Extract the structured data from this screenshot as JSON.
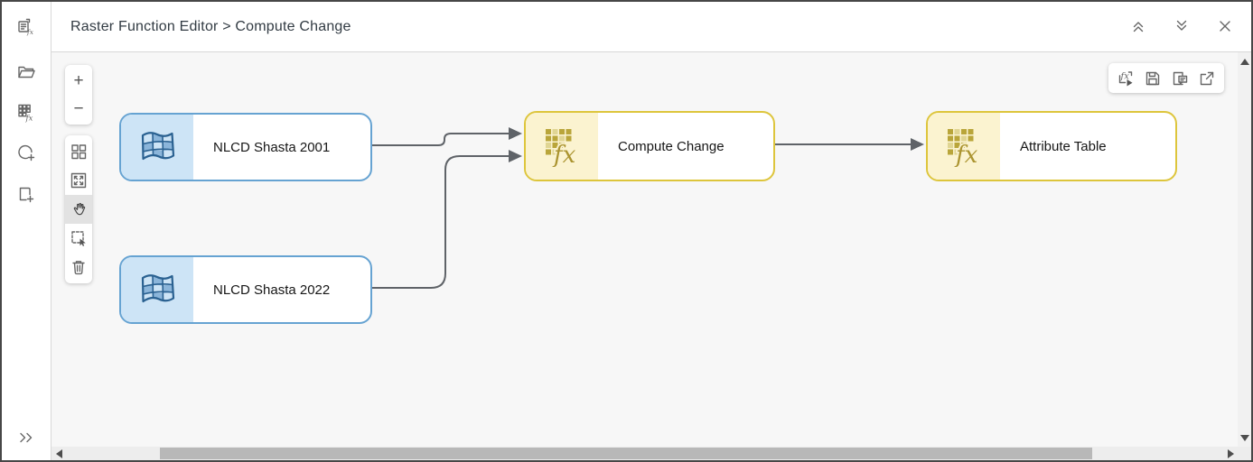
{
  "header": {
    "title": "Raster Function Editor > Compute Change",
    "app_icon": "raster-function-editor-icon",
    "controls": [
      {
        "name": "collapse",
        "icon": "double-chevron-up-icon"
      },
      {
        "name": "expand",
        "icon": "double-chevron-down-icon"
      },
      {
        "name": "close",
        "icon": "close-icon"
      }
    ]
  },
  "app_sidebar": {
    "items": [
      {
        "name": "open",
        "icon": "open-folder-icon"
      },
      {
        "name": "raster-function",
        "icon": "raster-fx-grid-icon"
      },
      {
        "name": "add-function",
        "icon": "circle-plus-icon"
      },
      {
        "name": "new-template",
        "icon": "page-plus-icon"
      }
    ],
    "expand_icon": "double-chevron-right-icon"
  },
  "canvas_toolbar": {
    "zoom_group": [
      {
        "name": "zoom-in",
        "glyph": "+"
      },
      {
        "name": "zoom-out",
        "glyph": "−"
      }
    ],
    "tools_group": [
      {
        "name": "auto-layout",
        "icon": "layout-grid-icon",
        "active": false
      },
      {
        "name": "fit-to-window",
        "icon": "fit-extent-icon",
        "active": false
      },
      {
        "name": "pan",
        "icon": "hand-icon",
        "active": true
      },
      {
        "name": "select",
        "icon": "marquee-select-icon",
        "active": false
      },
      {
        "name": "delete",
        "icon": "trash-icon",
        "active": false
      }
    ]
  },
  "actions_toolbar": [
    {
      "name": "apply",
      "icon": "apply-fx-icon"
    },
    {
      "name": "save",
      "icon": "save-icon"
    },
    {
      "name": "properties",
      "icon": "note-icon"
    },
    {
      "name": "export",
      "icon": "export-icon"
    }
  ],
  "canvas": {
    "nodes": [
      {
        "id": "nlcd-2001",
        "label": "NLCD Shasta 2001",
        "type": "raster",
        "icon": "raster-layer-icon"
      },
      {
        "id": "nlcd-2022",
        "label": "NLCD Shasta 2022",
        "type": "raster",
        "icon": "raster-layer-icon"
      },
      {
        "id": "compute-change",
        "label": "Compute Change",
        "type": "function",
        "icon": "function-fx-grid-icon"
      },
      {
        "id": "attribute-table",
        "label": "Attribute Table",
        "type": "function",
        "icon": "function-fx-grid-icon"
      }
    ],
    "connections": [
      {
        "from": "nlcd-2001",
        "to": "compute-change"
      },
      {
        "from": "nlcd-2022",
        "to": "compute-change"
      },
      {
        "from": "compute-change",
        "to": "attribute-table"
      }
    ]
  },
  "glyphs": {
    "fx": "fx"
  },
  "colors": {
    "raster_node_border": "#66a3d2",
    "raster_node_fill": "#cde4f6",
    "raster_icon": "#2a6191",
    "raster_icon_cell": "#8bb5da",
    "function_node_border": "#ddc53c",
    "function_node_fill": "#fbf3d0",
    "function_icon": "#ab9430",
    "connector": "#5f6368",
    "canvas_bg": "#f7f7f7"
  }
}
